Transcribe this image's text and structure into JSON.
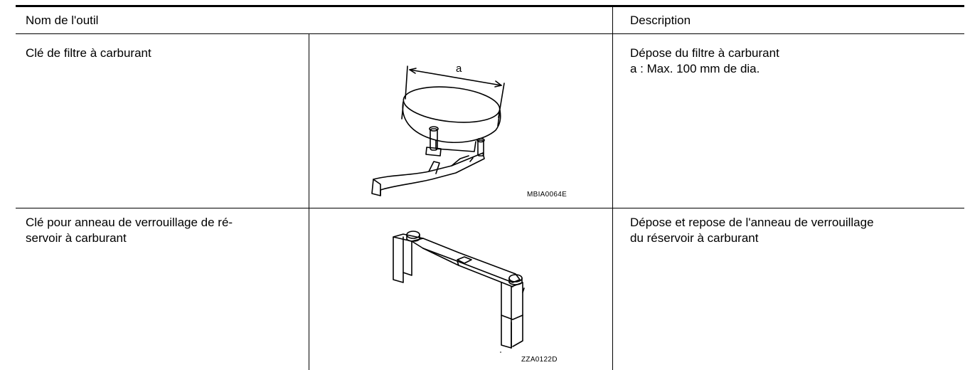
{
  "table": {
    "header": {
      "tool_name": "Nom de l'outil",
      "description": "Description"
    },
    "rows": [
      {
        "tool_name": "Clé de filtre à carburant",
        "figure_code": "MBIA0064E",
        "figure_label": "a",
        "description_lines": [
          "Dépose du filtre à carburant",
          "a : Max. 100 mm de dia."
        ]
      },
      {
        "tool_name": "Clé pour anneau de verrouillage de ré-servoir à carburant",
        "tool_name_lines": [
          "Clé pour anneau de verrouillage de ré-",
          "servoir à carburant"
        ],
        "figure_code": "ZZA0122D",
        "description_lines": [
          "Dépose et repose de l'anneau de verrouillage",
          "du réservoir à carburant"
        ]
      }
    ]
  }
}
